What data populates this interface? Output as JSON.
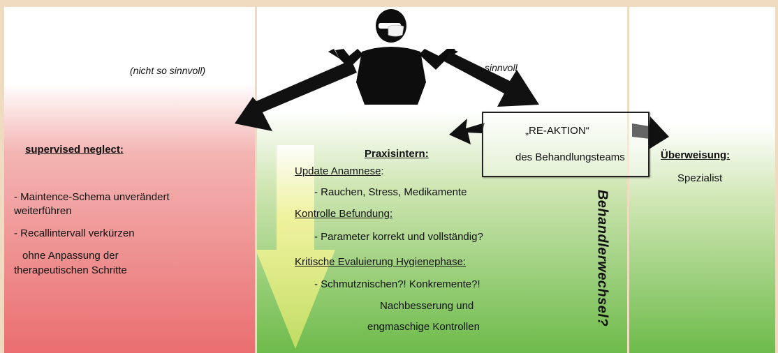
{
  "labels": {
    "left_path": "(nicht so sinnvoll)",
    "right_path": "sinnvoll"
  },
  "left_panel": {
    "heading": "supervised neglect:",
    "item1": "- Maintence-Schema unverändert",
    "item1_cont": "weiterführen",
    "item2": "- Recallintervall verkürzen",
    "item3": "ohne Anpassung der",
    "item3_cont": "therapeutischen Schritte"
  },
  "reaction": {
    "line1": "„RE-AKTION“",
    "line2": "des Behandlungsteams"
  },
  "middle_panel": {
    "heading": "Praxisintern:",
    "s1_title": "Update Anamnese",
    "s1_colon": ":",
    "s1_item": "- Rauchen, Stress, Medikamente",
    "s2_title": "Kontrolle Befundung:",
    "s2_item": "- Parameter korrekt und vollständig?",
    "s3_title": "Kritische Evaluierung Hygienephase:",
    "s3_item": "- Schmutznischen?! Konkremente?!",
    "s3_item2": "Nachbesserung und",
    "s3_item3": "engmaschige Kontrollen"
  },
  "right_panel": {
    "heading": "Überweisung:",
    "item": "Spezialist"
  },
  "vertical_label": "Behandlerwechsel?",
  "colors": {
    "background": "#efdcc0",
    "left_panel_red": "#ea6e70",
    "green": "#6dbb4a",
    "yellow_arrow": "#e9ec7a",
    "arrows": "#111111"
  }
}
